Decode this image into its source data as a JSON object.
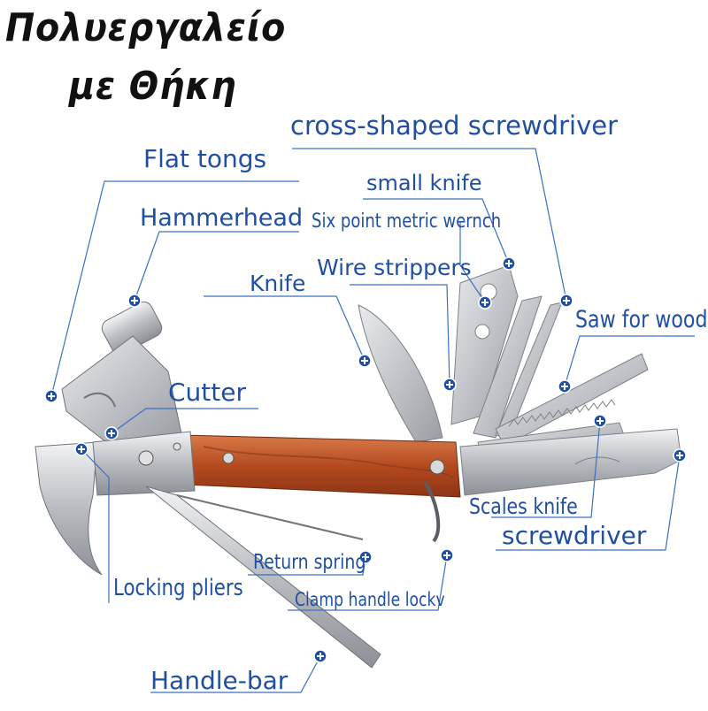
{
  "title": {
    "line1": "Πολυεργαλείο",
    "line2": "με Θήκη"
  },
  "labels": {
    "cross_screwdriver": "cross-shaped screwdriver",
    "flat_tongs": "Flat tongs",
    "small_knife": "small knife",
    "hammerhead": "Hammerhead",
    "metric_wrench": "Six point metric  wernch",
    "wire_strippers": "Wire strippers",
    "knife": "Knife",
    "saw": "Saw for wood",
    "cutter": "Cutter",
    "scales_knife": "Scales knife",
    "screwdriver": "screwdriver",
    "return_spring": "Return spring",
    "locking_pliers": "Locking pliers",
    "clamp_lock": "Clamp handle lockv",
    "handle_bar": "Handle-bar"
  },
  "colors": {
    "label_blue": "#1f4fa3",
    "line_blue": "#3b6fc4",
    "steel": "#c9ccd0",
    "wood": "#b9542a"
  }
}
